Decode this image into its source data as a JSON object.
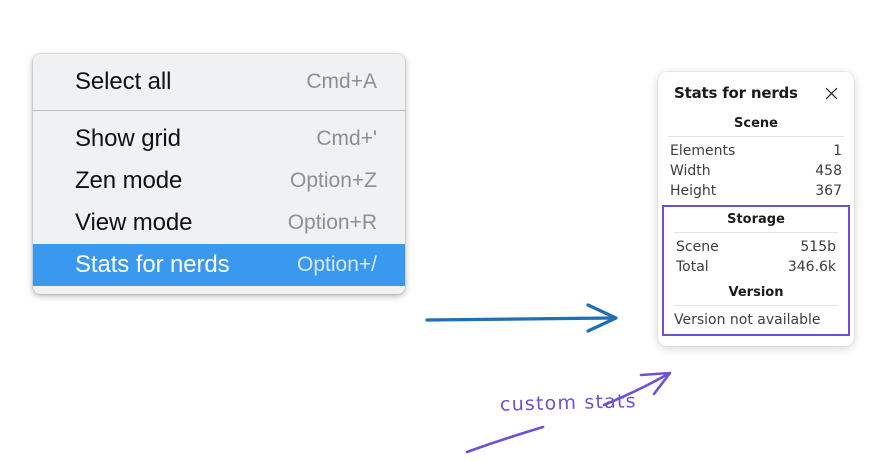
{
  "context_menu": {
    "groups": [
      {
        "items": [
          {
            "label": "Select all",
            "shortcut": "Cmd+A",
            "selected": false
          }
        ]
      },
      {
        "items": [
          {
            "label": "Show grid",
            "shortcut": "Cmd+'",
            "selected": false
          },
          {
            "label": "Zen mode",
            "shortcut": "Option+Z",
            "selected": false
          },
          {
            "label": "View mode",
            "shortcut": "Option+R",
            "selected": false
          },
          {
            "label": "Stats for nerds",
            "shortcut": "Option+/",
            "selected": true
          }
        ]
      }
    ],
    "highlight_color": "#3a99ee"
  },
  "stats_panel": {
    "title": "Stats for nerds",
    "close_icon": "close-icon",
    "scene": {
      "heading": "Scene",
      "rows": [
        {
          "key": "Elements",
          "value": "1"
        },
        {
          "key": "Width",
          "value": "458"
        },
        {
          "key": "Height",
          "value": "367"
        }
      ]
    },
    "storage": {
      "heading": "Storage",
      "rows": [
        {
          "key": "Scene",
          "value": "515b"
        },
        {
          "key": "Total",
          "value": "346.6k"
        }
      ]
    },
    "version": {
      "heading": "Version",
      "text": "Version not available"
    },
    "highlight_border_color": "#6f4fd8"
  },
  "annotations": {
    "handwritten_note": "custom stats",
    "blue_arrow_color": "#1f6fb2",
    "purple_color": "#6f4fd8"
  }
}
